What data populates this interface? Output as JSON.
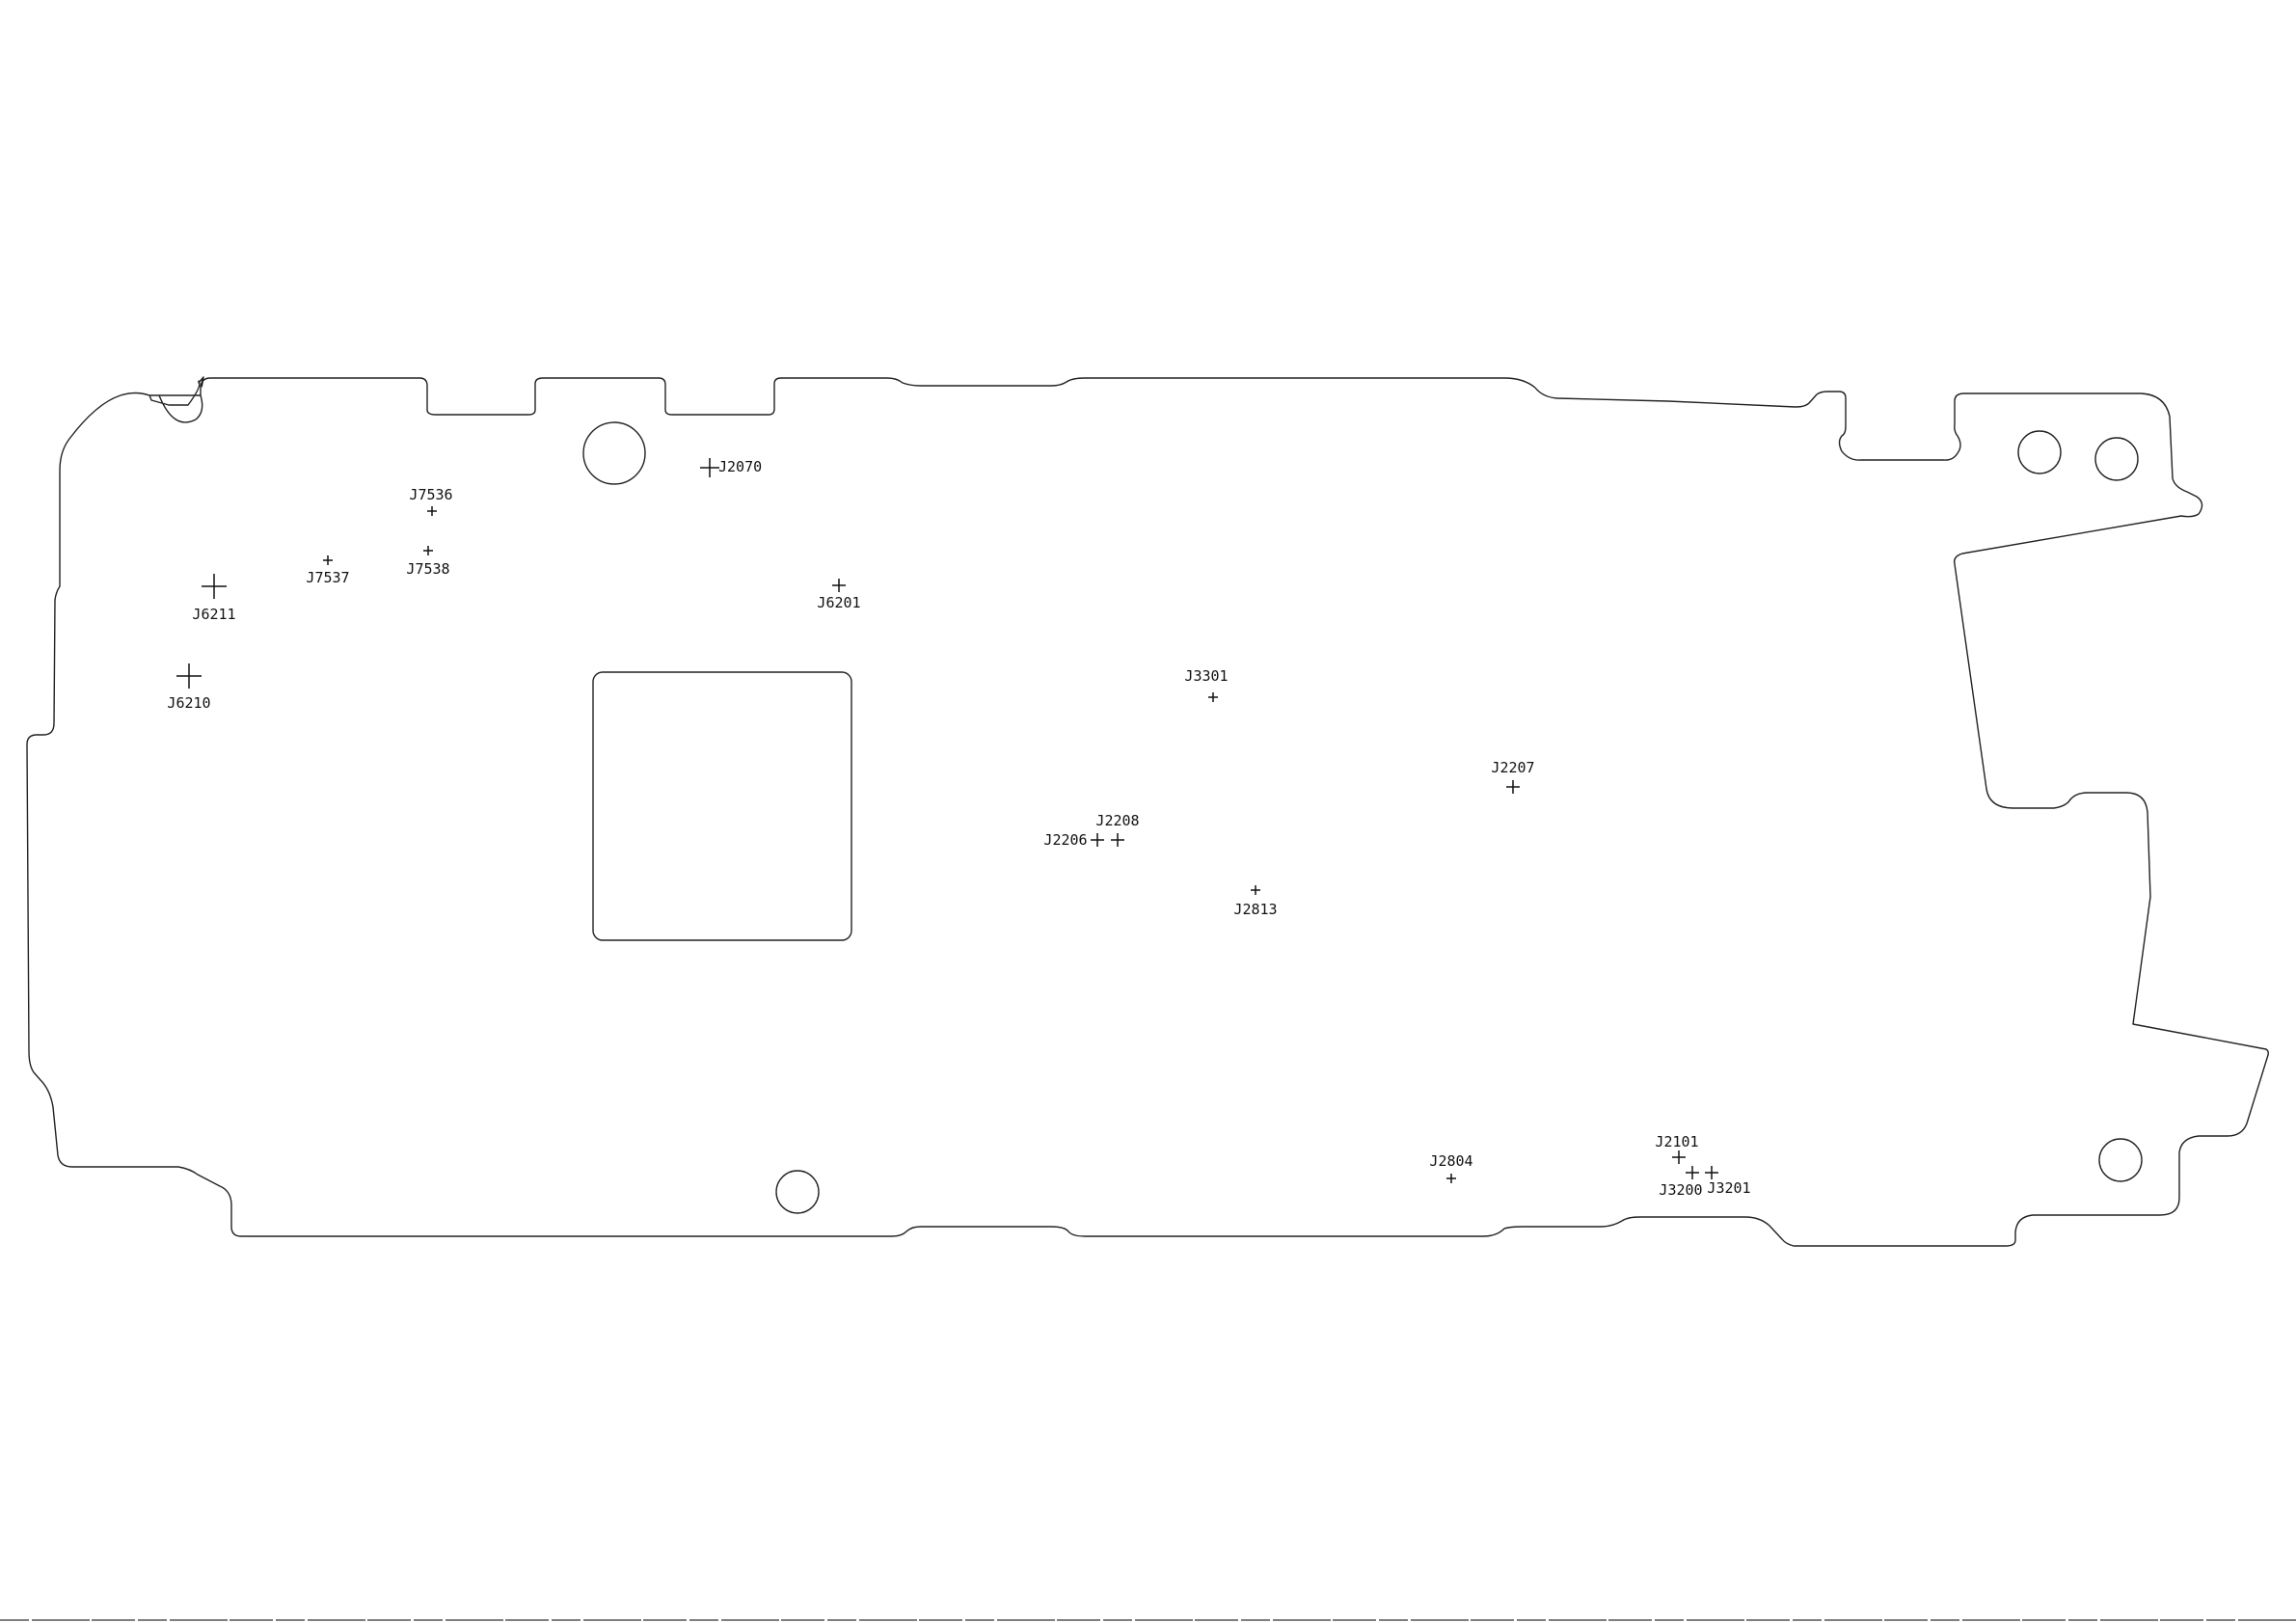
{
  "colors": {
    "background": "#ffffff",
    "outline": "#222222",
    "marker": "#111111"
  },
  "test_points": [
    {
      "id": "J2070",
      "label": "J2070"
    },
    {
      "id": "J7536",
      "label": "J7536"
    },
    {
      "id": "J7537",
      "label": "J7537"
    },
    {
      "id": "J7538",
      "label": "J7538"
    },
    {
      "id": "J6211",
      "label": "J6211"
    },
    {
      "id": "J6210",
      "label": "J6210"
    },
    {
      "id": "J6201",
      "label": "J6201"
    },
    {
      "id": "J3301",
      "label": "J3301"
    },
    {
      "id": "J2207",
      "label": "J2207"
    },
    {
      "id": "J2208",
      "label": "J2208"
    },
    {
      "id": "J2206",
      "label": "J2206"
    },
    {
      "id": "J2813",
      "label": "J2813"
    },
    {
      "id": "J2804",
      "label": "J2804"
    },
    {
      "id": "J2101",
      "label": "J2101"
    },
    {
      "id": "J3200",
      "label": "J3200"
    },
    {
      "id": "J3201",
      "label": "J3201"
    }
  ]
}
